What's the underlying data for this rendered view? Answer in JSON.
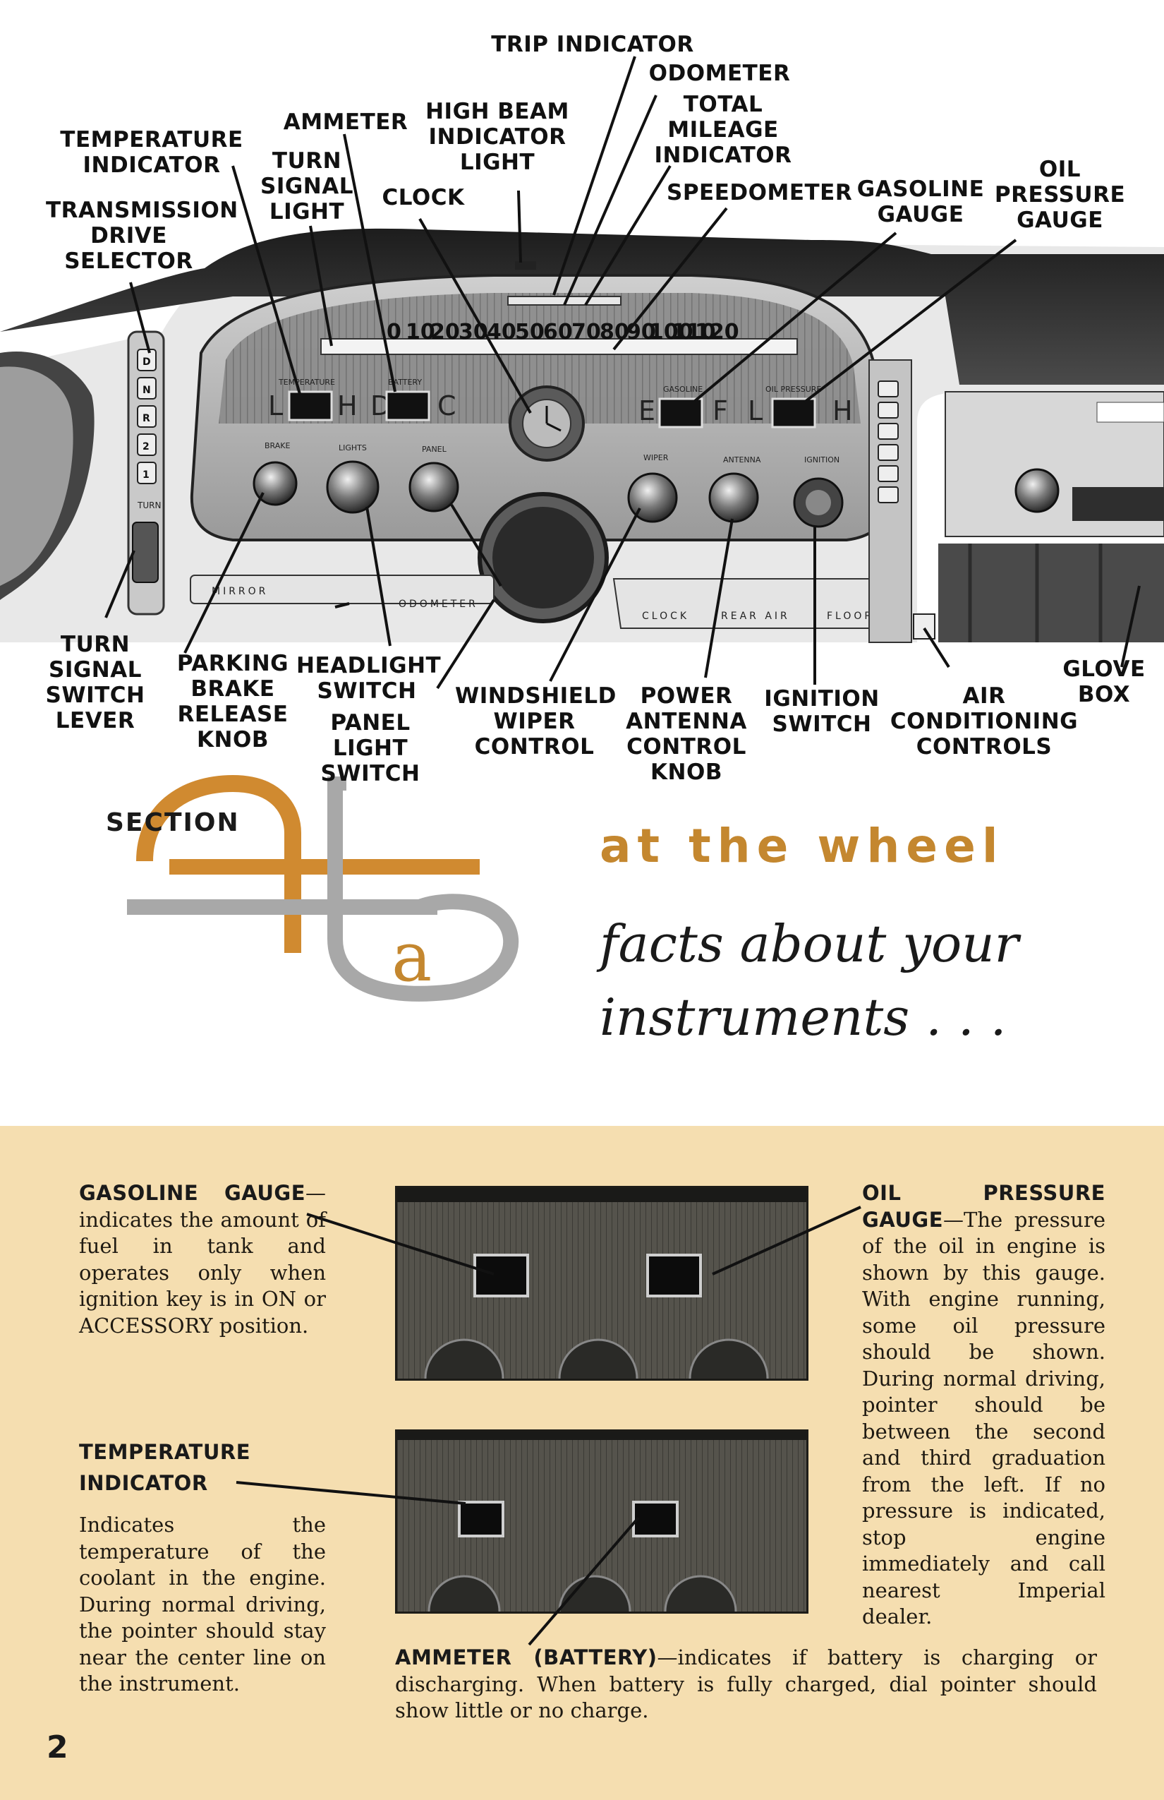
{
  "diagram": {
    "labels": {
      "trip_indicator": "TRIP INDICATOR",
      "odometer": "ODOMETER",
      "total_mileage": "TOTAL\nMILEAGE\nINDICATOR",
      "high_beam": "HIGH BEAM\nINDICATOR\nLIGHT",
      "ammeter": "AMMETER",
      "temperature": "TEMPERATURE\nINDICATOR",
      "turn_signal_light": "TURN\nSIGNAL\nLIGHT",
      "clock": "CLOCK",
      "transmission": "TRANSMISSION\nDRIVE\nSELECTOR",
      "speedometer": "SPEEDOMETER",
      "gasoline_gauge": "GASOLINE\nGAUGE",
      "oil_pressure_gauge": "OIL\nPRESSURE\nGAUGE",
      "turn_signal_switch": "TURN\nSIGNAL\nSWITCH\nLEVER",
      "parking_brake": "PARKING\nBRAKE\nRELEASE\nKNOB",
      "headlight_switch": "HEADLIGHT\nSWITCH",
      "panel_light": "PANEL LIGHT\nSWITCH",
      "windshield_wiper": "WINDSHIELD\nWIPER\nCONTROL",
      "power_antenna": "POWER\nANTENNA\nCONTROL\nKNOB",
      "ignition_switch": "IGNITION\nSWITCH",
      "air_conditioning": "AIR\nCONDITIONING\nCONTROLS",
      "glove_box": "GLOVE\nBOX"
    },
    "speedo_numbers": [
      "0",
      "10",
      "20",
      "30",
      "40",
      "50",
      "60",
      "70",
      "80",
      "90",
      "100",
      "110",
      "120"
    ],
    "panel_words": {
      "temperature": "TEMPERATURE",
      "battery": "BATTERY",
      "gasoline": "GASOLINE",
      "oil_pressure": "OIL PRESSURE",
      "brake": "BRAKE",
      "lights": "LIGHTS",
      "panel": "PANEL",
      "wiper": "WIPER",
      "antenna": "ANTENNA",
      "ignition": "IGNITION",
      "mirror": "MIRROR",
      "odometer": "ODOMETER",
      "clock": "CLOCK",
      "rear_air": "REAR AIR",
      "floor_air": "FLOOR AIR",
      "turn": "TURN",
      "gear_letters": [
        "D",
        "N",
        "R",
        "2",
        "1"
      ],
      "gauge_l": "L",
      "gauge_h": "H",
      "gauge_d": "D",
      "gauge_c": "C",
      "gauge_e": "E",
      "gauge_f": "F"
    }
  },
  "section": {
    "word": "SECTION",
    "letter": "a",
    "title": "at the wheel",
    "subtitle_line1": "facts about your",
    "subtitle_line2": "instruments . . ."
  },
  "descriptions": {
    "gasoline": {
      "heading": "GASOLINE GAUGE",
      "text": "— indicates the amount of fuel in tank and operates only when ignition key is in ON or ACCESSORY position."
    },
    "oil": {
      "heading": "OIL PRESSURE GAUGE",
      "text": "—The pressure of the oil in engine is shown by this gauge. With engine running, some oil pressure should be shown. During normal driving, pointer should be between the second and third graduation from the left. If no pressure is indicated, stop engine immediately and call nearest Imperial dealer."
    },
    "temperature": {
      "heading_line1": "TEMPERATURE",
      "heading_line2": "INDICATOR",
      "text": "Indicates the temperature of the coolant in the engine. During normal driving, the pointer should stay near the center line on the instrument."
    },
    "ammeter": {
      "heading": "AMMETER (BATTERY)",
      "text": "—indicates if battery is charging or discharging. When battery is fully charged, dial pointer should show little or no charge."
    }
  },
  "page_number": "2"
}
